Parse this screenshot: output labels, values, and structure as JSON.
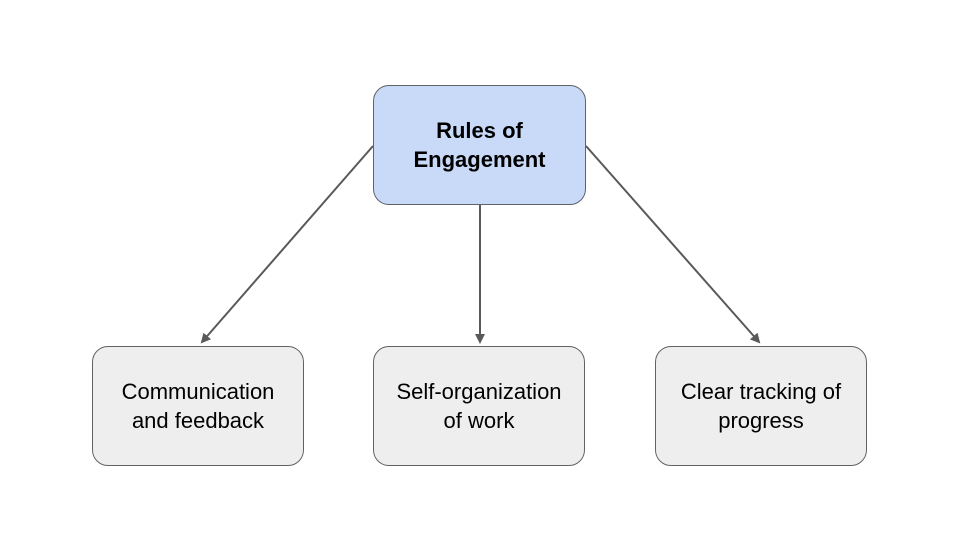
{
  "diagram": {
    "root": {
      "label": "Rules of\nEngagement",
      "fill": "#c9daf8"
    },
    "children": [
      {
        "label": "Communication\nand feedback",
        "fill": "#eeeeee"
      },
      {
        "label": "Self-organization\nof work",
        "fill": "#eeeeee"
      },
      {
        "label": "Clear tracking of\nprogress",
        "fill": "#eeeeee"
      }
    ],
    "edges": [
      {
        "from": "root",
        "to": "children.0"
      },
      {
        "from": "root",
        "to": "children.1"
      },
      {
        "from": "root",
        "to": "children.2"
      }
    ],
    "colors": {
      "border": "#5f6368",
      "arrow": "#595959"
    }
  }
}
